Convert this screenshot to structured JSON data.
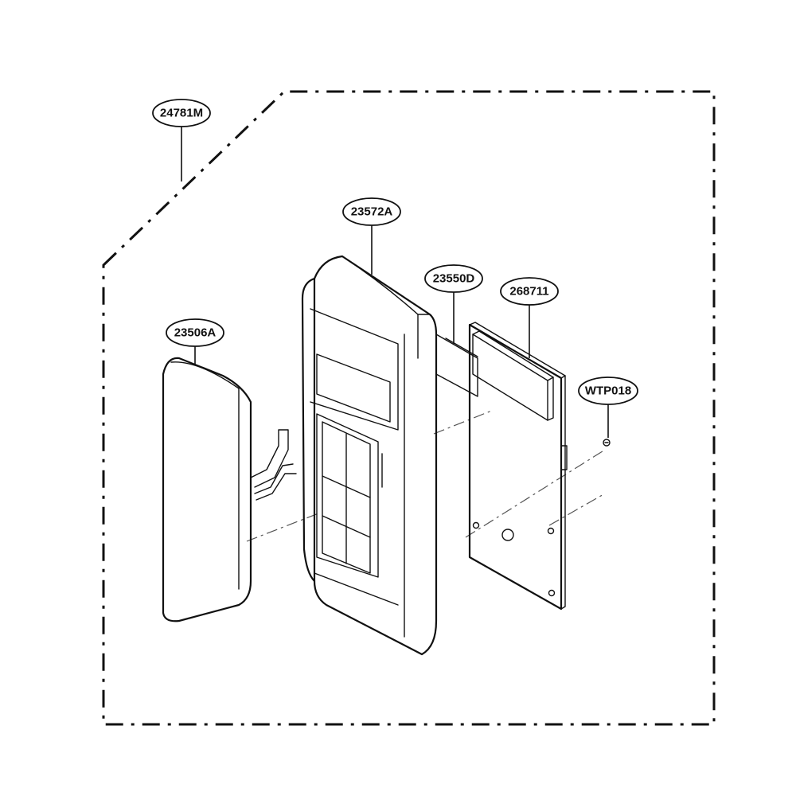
{
  "parts": {
    "assembly": {
      "code": "24781M"
    },
    "door_panel": {
      "code": "23506A"
    },
    "control_panel": {
      "code": "23572A"
    },
    "membrane_switch": {
      "code": "23550D"
    },
    "pcb_assembly": {
      "code": "268711"
    },
    "screw": {
      "code": "WTP018"
    }
  }
}
